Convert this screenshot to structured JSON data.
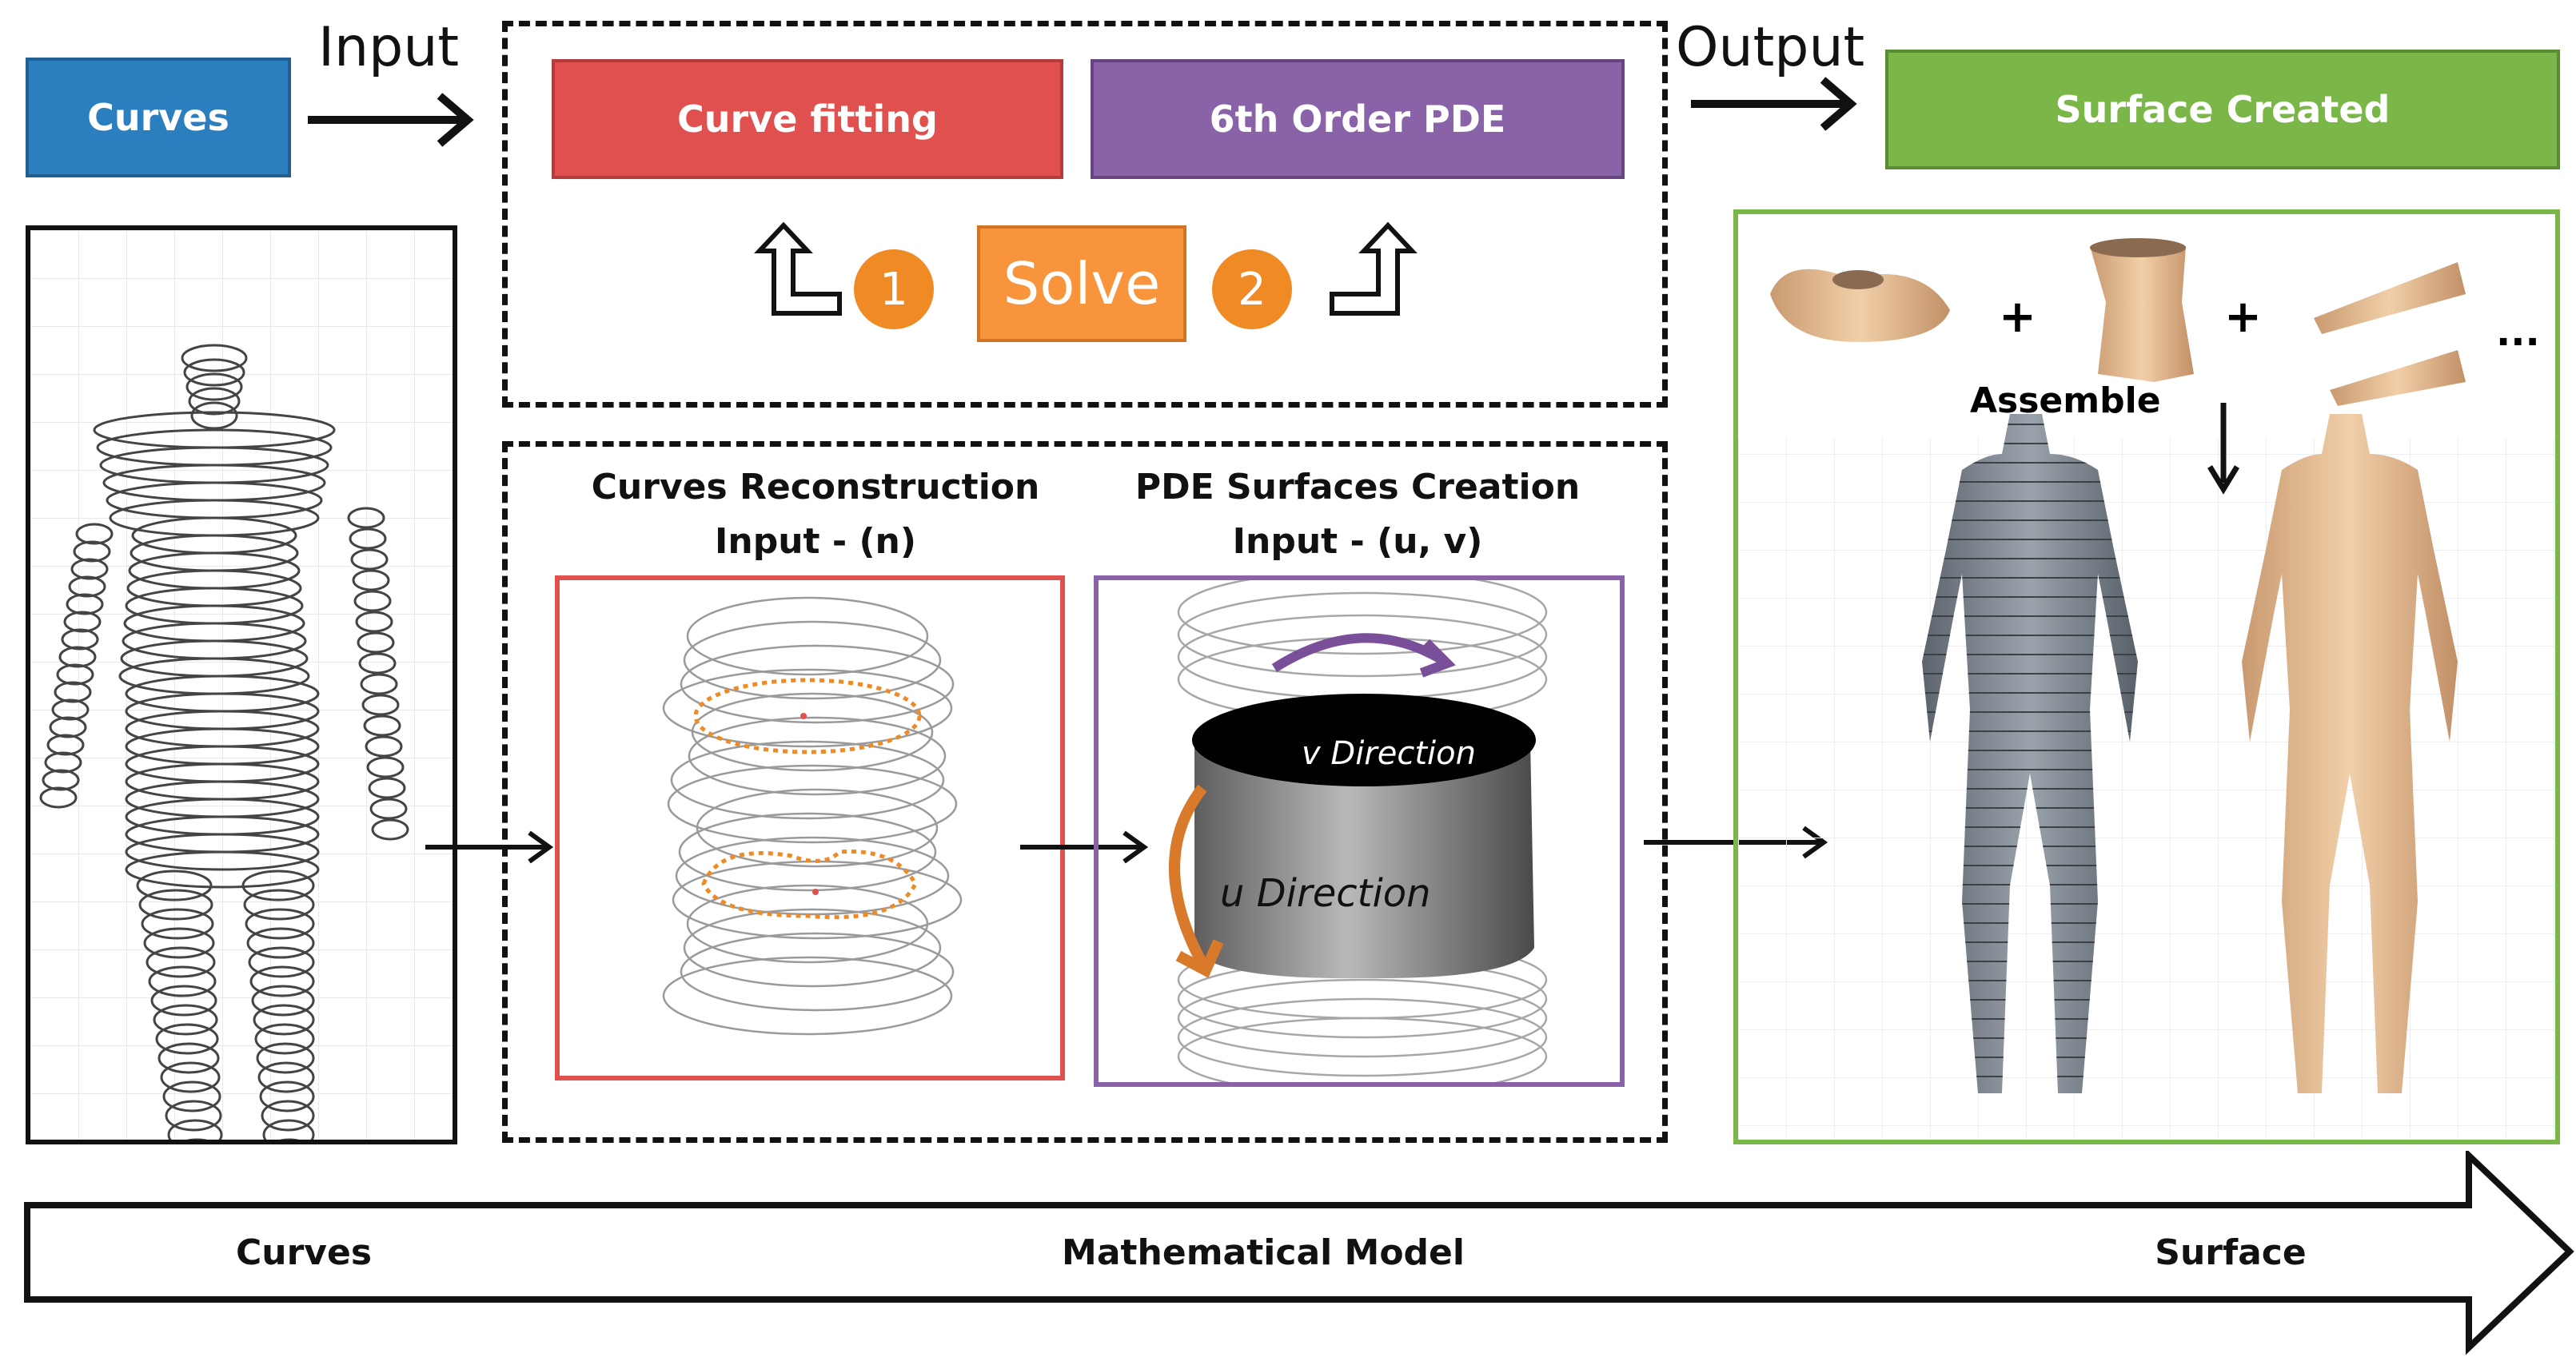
{
  "top": {
    "curves_label": "Curves",
    "input_label": "Input",
    "curve_fitting_label": "Curve fitting",
    "pde_label": "6th Order PDE",
    "solve_label": "Solve",
    "step1": "1",
    "step2": "2",
    "output_label": "Output",
    "surface_created_label": "Surface Created"
  },
  "middle": {
    "recon_title_1": "Curves Reconstruction",
    "recon_title_2": "Input - (n)",
    "pde_title_1": "PDE Surfaces Creation",
    "pde_title_2": "Input - (u, v)",
    "v_direction": "v Direction",
    "u_direction": "u Direction"
  },
  "right": {
    "plus_1": "+",
    "plus_2": "+",
    "ellipsis": "...",
    "assemble_label": "Assemble"
  },
  "bottom_arrow": {
    "stage_1": "Curves",
    "stage_2": "Mathematical Model",
    "stage_3": "Surface"
  },
  "colors": {
    "curves_blue": "#2c7fbf",
    "fitting_red": "#e0504f",
    "pde_purple": "#8a62a8",
    "solve_orange": "#f7943c",
    "surface_green": "#7ab648",
    "skin": "#e9c39e",
    "grey_mesh": "#6f7680"
  },
  "icons": {
    "arrows": "right-arrow-icon",
    "return_arrows": "u-turn-arrow-icon",
    "down": "down-arrow-icon"
  }
}
